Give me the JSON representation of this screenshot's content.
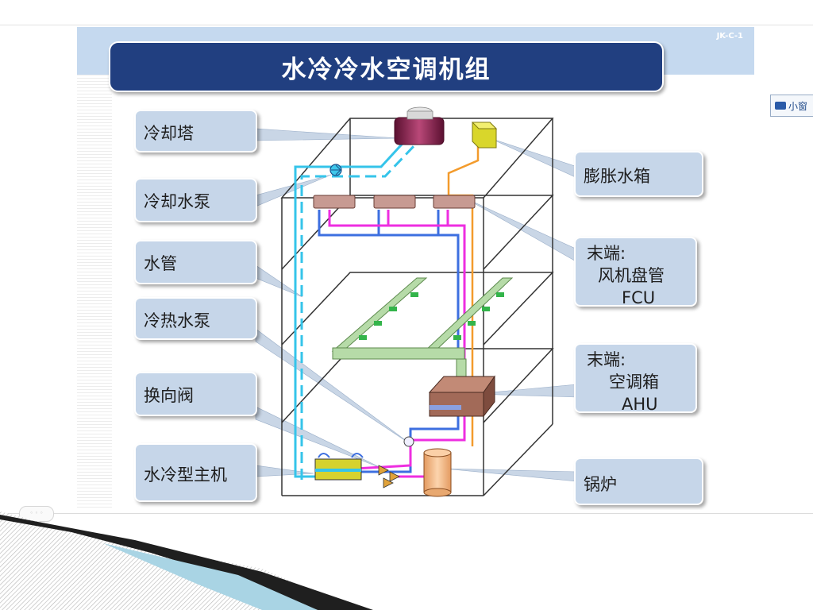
{
  "header": {
    "title": "水冷冷水空调机组",
    "code": "JK-C-1"
  },
  "labels": {
    "cooling_tower": "冷却塔",
    "cooling_pump": "冷却水泵",
    "water_pipe": "水管",
    "hot_cold_pump": "冷热水泵",
    "reversing_valve": "换向阀",
    "chiller": "水冷型主机",
    "expansion_tank": "膨胀水箱",
    "fcu_line1": "末端:",
    "fcu_line2": "风机盘管",
    "fcu_line3": "FCU",
    "ahu_line1": "末端:",
    "ahu_line2": "空调箱",
    "ahu_line3": "AHU",
    "boiler": "锅炉"
  },
  "side_button": {
    "label": "小窗"
  },
  "colors": {
    "title_bg": "#213f80",
    "label_bg": "#c6d6e9",
    "cooling_water": "#35c4ea",
    "chilled_supply": "#3d6fe0",
    "chilled_return": "#ee2ee0",
    "expansion_line": "#f39b2c",
    "cooling_tower": "#8a2050",
    "fcu": "#c79a92",
    "duct": "#b6dba8",
    "ahu": "#a26a58",
    "boiler": "#f1bc8d"
  }
}
